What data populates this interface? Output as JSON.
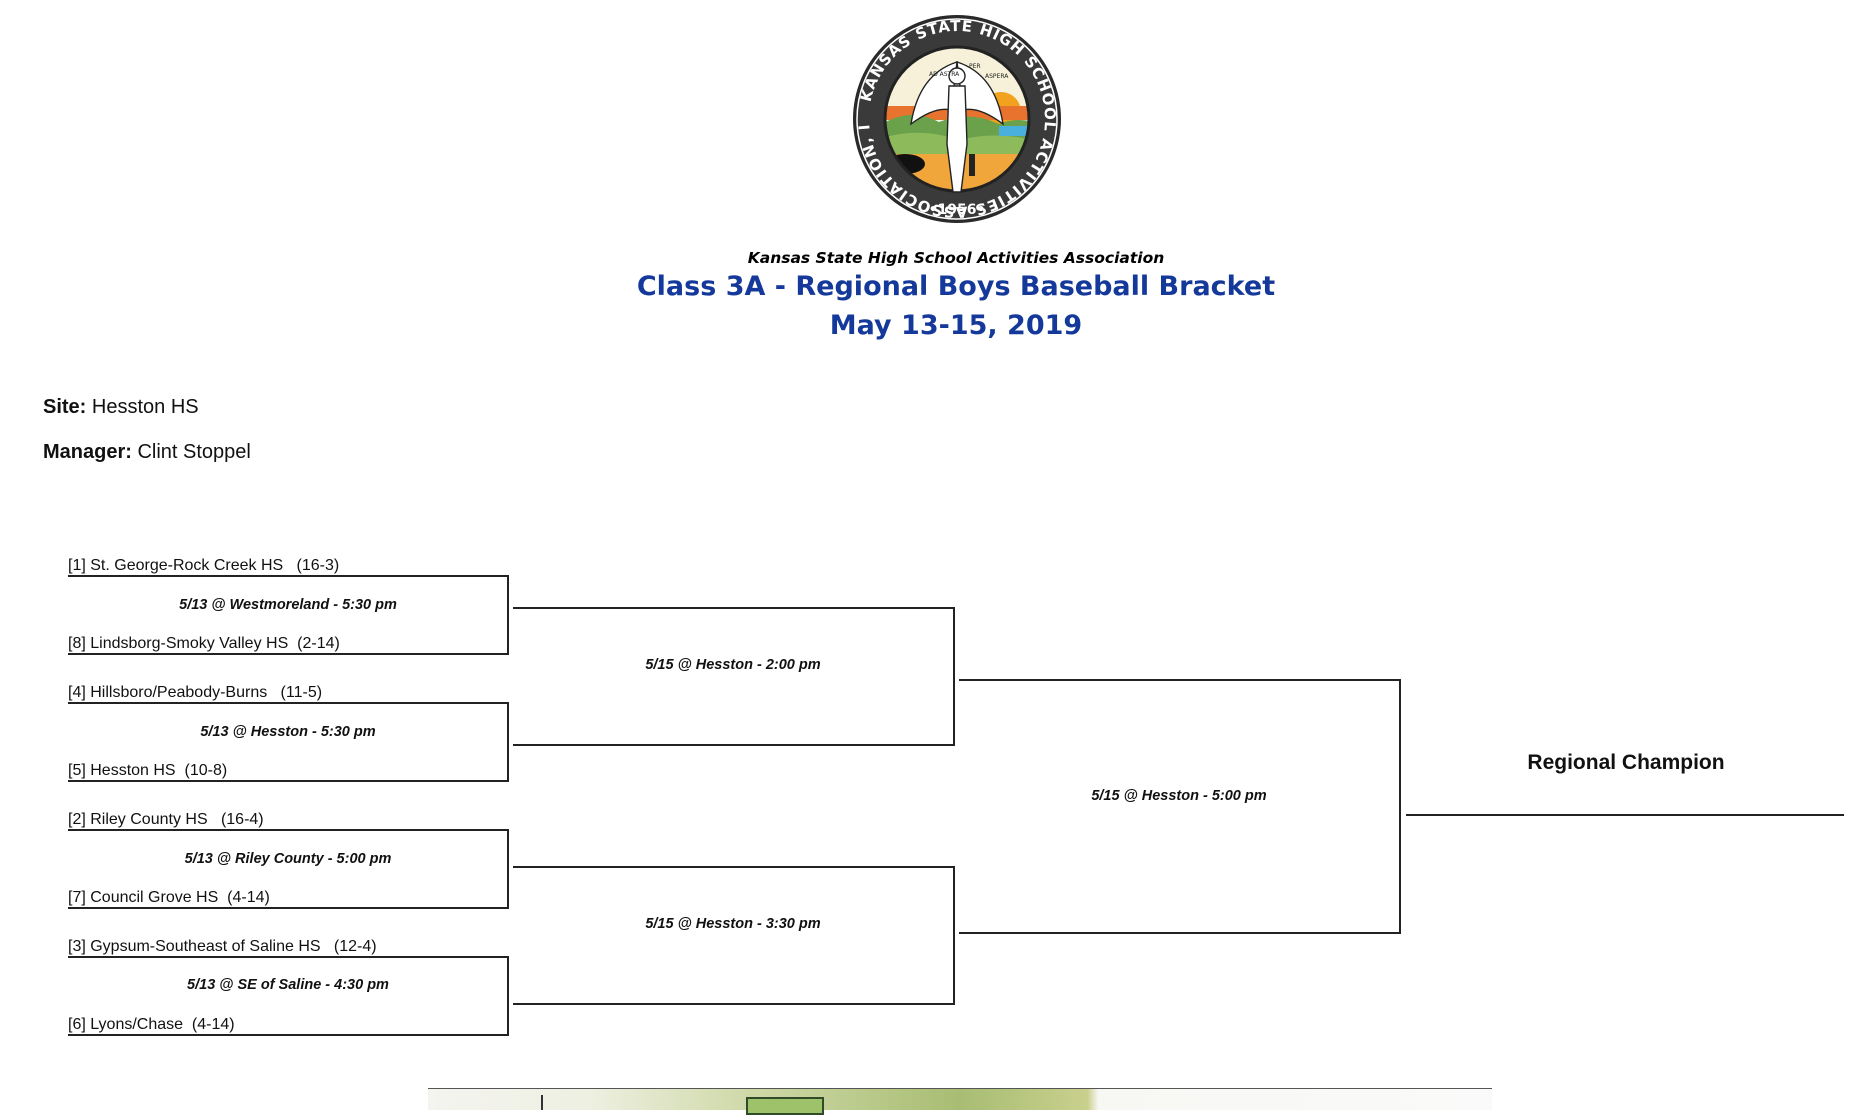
{
  "header": {
    "logo": {
      "name": "khsaa-seal",
      "ring_text": "KANSAS STATE HIGH SCHOOL ACTIVITIES ASSOCIATION, INC.",
      "year": "•1956•",
      "motto_left": "AD ASTRA",
      "motto_mid": "PER",
      "motto_right": "ASPERA"
    },
    "association": "Kansas State High School Activities Association",
    "title": "Class 3A - Regional Boys Baseball Bracket",
    "dates": "May 13-15, 2019"
  },
  "info": {
    "site_label": "Site:",
    "site_value": "Hesston HS",
    "manager_label": "Manager:",
    "manager_value": "Clint Stoppel"
  },
  "bracket": {
    "round1": [
      {
        "top": "[1] St. George-Rock Creek HS   (16-3)",
        "game": "5/13 @ Westmoreland - 5:30 pm",
        "bottom": "[8] Lindsborg-Smoky Valley HS  (2-14)"
      },
      {
        "top": "[4] Hillsboro/Peabody-Burns   (11-5)",
        "game": "5/13 @ Hesston - 5:30 pm",
        "bottom": "[5] Hesston HS  (10-8)"
      },
      {
        "top": "[2] Riley County HS   (16-4)",
        "game": "5/13 @ Riley County - 5:00 pm",
        "bottom": "[7] Council Grove HS  (4-14)"
      },
      {
        "top": "[3] Gypsum-Southeast of Saline HS   (12-4)",
        "game": "5/13 @ SE of Saline - 4:30 pm",
        "bottom": "[6] Lyons/Chase  (4-14)"
      }
    ],
    "round2": [
      {
        "game": "5/15 @ Hesston - 2:00 pm"
      },
      {
        "game": "5/15 @ Hesston - 3:30 pm"
      }
    ],
    "final": {
      "game": "5/15 @ Hesston - 5:00 pm"
    },
    "champion_label": "Regional Champion"
  },
  "colors": {
    "title": "#14399a",
    "lines": "#222222"
  }
}
